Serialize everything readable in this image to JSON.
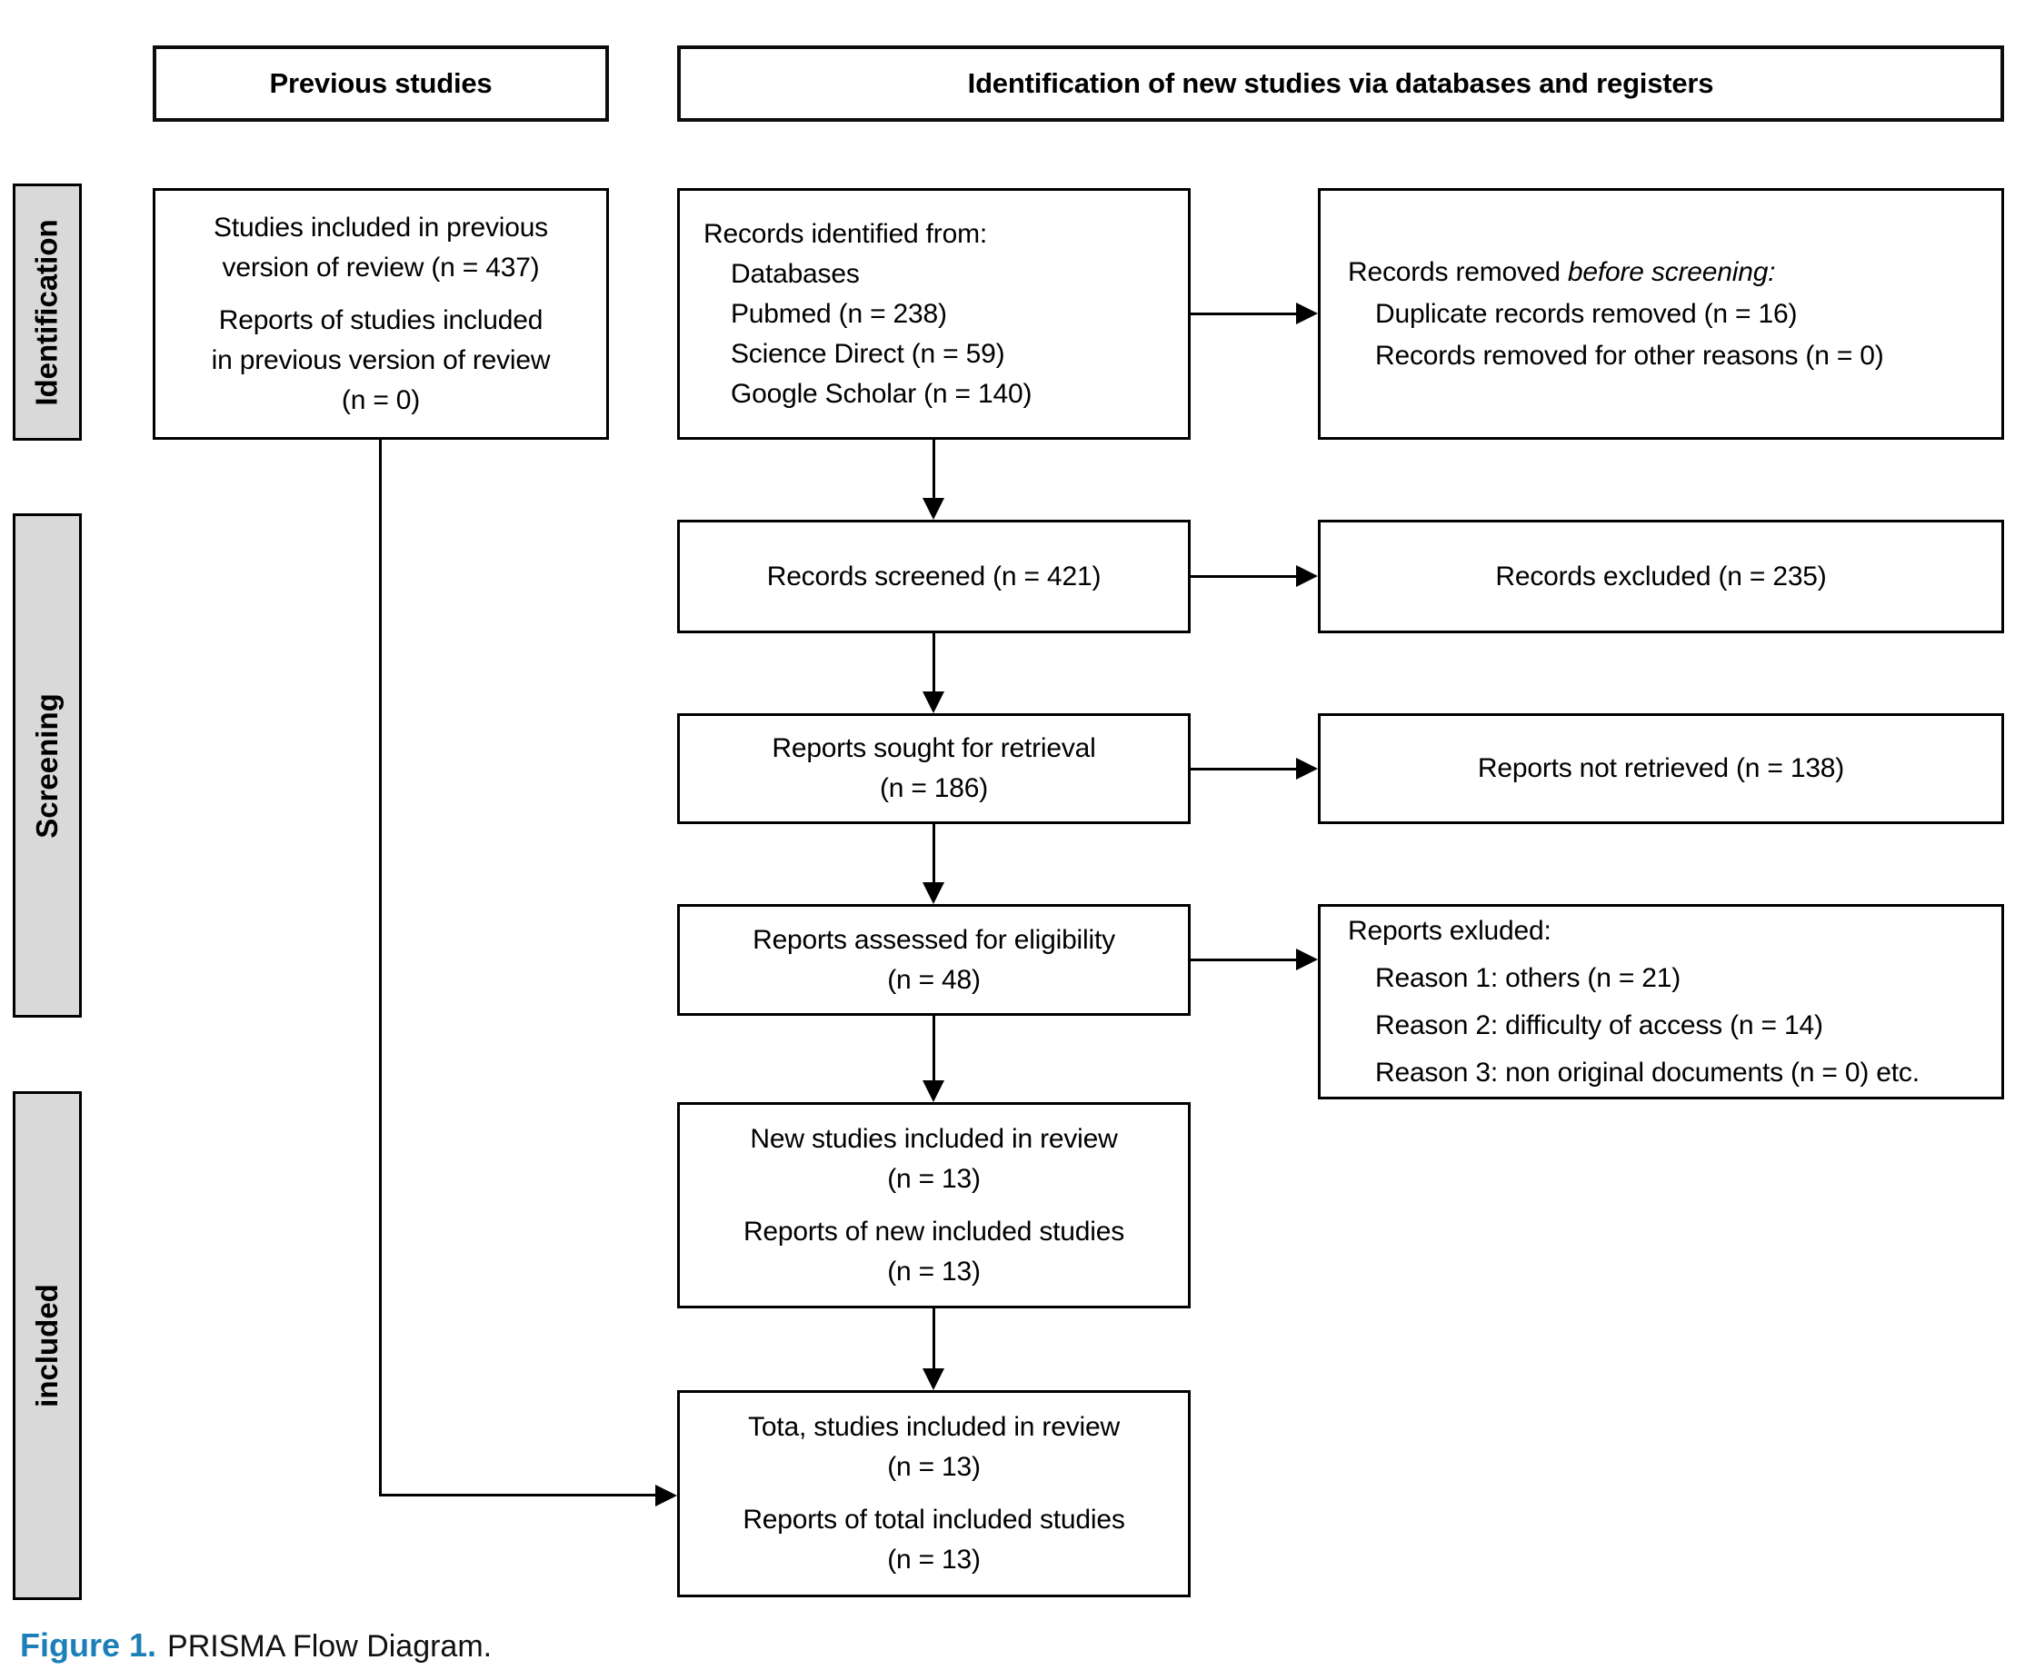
{
  "colors": {
    "background": "#ffffff",
    "box_border": "#000000",
    "stage_bar_fill": "#d9d9d9",
    "caption_accent": "#1c7fb7",
    "text": "#000000"
  },
  "headers": {
    "previous": "Previous studies",
    "new_studies": "Identification of new studies via databases and registers"
  },
  "sidebar": {
    "identification": "Identification",
    "screening": "Screening",
    "included": "included"
  },
  "flow": {
    "previous_studies": {
      "para1": [
        "Studies included in previous",
        "version of review (n = 437)"
      ],
      "para2": [
        "Reports of studies included",
        "in previous version of review",
        "(n = 0)"
      ]
    },
    "records_identified": {
      "title": "Records identified from:",
      "items": [
        "Databases",
        "Pubmed (n = 238)",
        "Science Direct (n = 59)",
        "Google Scholar (n = 140)"
      ]
    },
    "records_removed": {
      "title_regular": "Records removed ",
      "title_italic": "before screening:",
      "items": [
        "Duplicate records removed (n = 16)",
        "Records removed for other reasons (n = 0)"
      ]
    },
    "records_screened": {
      "text": "Records screened (n = 421)"
    },
    "records_excluded": {
      "text": "Records excluded (n = 235)"
    },
    "reports_sought": {
      "lines": [
        "Reports sought for retrieval",
        "(n = 186)"
      ]
    },
    "reports_not_retrieved": {
      "text": "Reports not retrieved (n = 138)"
    },
    "reports_assessed": {
      "lines": [
        "Reports assessed for eligibility",
        "(n = 48)"
      ]
    },
    "reports_excluded": {
      "title": "Reports exluded:",
      "items": [
        "Reason 1: others (n = 21)",
        "Reason 2: difficulty of access (n = 14)",
        "Reason 3: non original documents (n = 0) etc."
      ]
    },
    "new_studies": {
      "para1": [
        "New studies included in review",
        "(n = 13)"
      ],
      "para2": [
        "Reports of new included studies",
        "(n = 13)"
      ]
    },
    "total_studies": {
      "para1": [
        "Tota, studies included in review",
        "(n = 13)"
      ],
      "para2": [
        "Reports of total included studies",
        "(n = 13)"
      ]
    }
  },
  "caption": {
    "label": "Figure 1.",
    "text": "PRISMA Flow Diagram."
  }
}
